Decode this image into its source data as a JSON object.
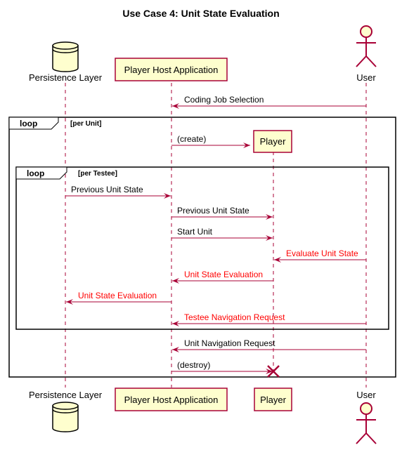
{
  "title": "Use Case 4: Unit State Evaluation",
  "colors": {
    "line": "#A80036",
    "highlight": "#FF0000",
    "participant_fill": "#FEFECE",
    "frame": "#000000"
  },
  "participants": [
    {
      "id": "persistence",
      "label": "Persistence Layer",
      "shape": "database"
    },
    {
      "id": "host",
      "label": "Player Host Application",
      "shape": "box"
    },
    {
      "id": "player",
      "label": "Player",
      "shape": "box"
    },
    {
      "id": "user",
      "label": "User",
      "shape": "actor"
    }
  ],
  "loops": [
    {
      "keyword": "loop",
      "condition": "[per Unit]"
    },
    {
      "keyword": "loop",
      "condition": "[per Testee]"
    }
  ],
  "messages": [
    {
      "from": "user",
      "to": "host",
      "label": "Coding Job Selection",
      "color": "default"
    },
    {
      "from": "host",
      "to": "player",
      "label": "(create)",
      "color": "default"
    },
    {
      "from": "persistence",
      "to": "host",
      "label": "Previous Unit State",
      "color": "default"
    },
    {
      "from": "host",
      "to": "player",
      "label": "Previous Unit State",
      "color": "default"
    },
    {
      "from": "host",
      "to": "player",
      "label": "Start Unit",
      "color": "default"
    },
    {
      "from": "user",
      "to": "player",
      "label": "Evaluate Unit State",
      "color": "highlight"
    },
    {
      "from": "player",
      "to": "host",
      "label": "Unit State Evaluation",
      "color": "highlight"
    },
    {
      "from": "host",
      "to": "persistence",
      "label": "Unit State Evaluation",
      "color": "highlight"
    },
    {
      "from": "user",
      "to": "host",
      "label": "Testee Navigation Request",
      "color": "highlight"
    },
    {
      "from": "user",
      "to": "host",
      "label": "Unit Navigation Request",
      "color": "default"
    },
    {
      "from": "host",
      "to": "player",
      "label": "(destroy)",
      "color": "default"
    }
  ]
}
